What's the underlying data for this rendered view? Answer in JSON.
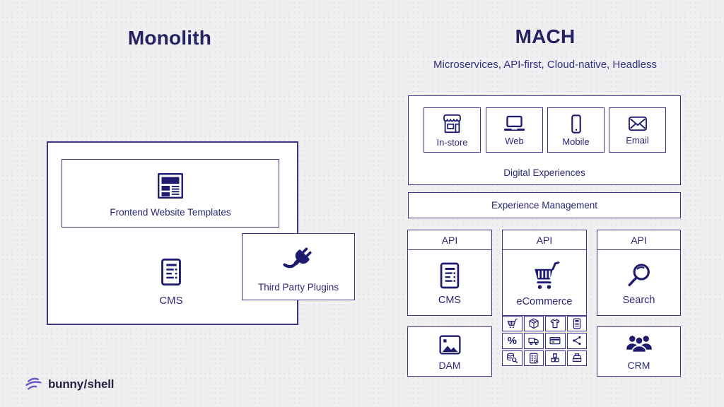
{
  "colors": {
    "background": "#f0f0f2",
    "navy": "#1f1b6e",
    "border": "#3d3789",
    "title_text": "#262262",
    "box_background": "#ffffff",
    "logo_purple": "#6c59c8",
    "logo_text": "#27233f"
  },
  "monolith": {
    "title": "Monolith",
    "frontend_label": "Frontend Website Templates",
    "frontend_icon": "webpage-template-icon",
    "cms_label": "CMS",
    "cms_icon": "cms-document-icon",
    "plugins_label": "Third Party Plugins",
    "plugins_icon": "plug-icon"
  },
  "mach": {
    "title": "MACH",
    "subtitle": "Microservices, API-first, Cloud-native, Headless",
    "digital_experiences_label": "Digital Experiences",
    "channels": [
      {
        "label": "In-store",
        "icon": "store-icon"
      },
      {
        "label": "Web",
        "icon": "laptop-icon"
      },
      {
        "label": "Mobile",
        "icon": "smartphone-icon"
      },
      {
        "label": "Email",
        "icon": "envelope-icon"
      }
    ],
    "experience_management_label": "Experience Management",
    "api_label": "API",
    "services": [
      {
        "label": "CMS",
        "icon": "cms-document-icon"
      },
      {
        "label": "eCommerce",
        "icon": "shopping-cart-icon"
      },
      {
        "label": "Search",
        "icon": "magnifier-icon"
      }
    ],
    "dam_label": "DAM",
    "dam_icon": "image-icon",
    "crm_label": "CRM",
    "crm_icon": "people-group-icon",
    "percent_symbol": "%",
    "module_icons": [
      "mini-cart-icon",
      "package-icon",
      "tshirt-icon",
      "calculator-icon",
      "percent-icon",
      "truck-icon",
      "credit-card-icon",
      "share-icon",
      "database-search-icon",
      "checklist-icon",
      "stacked-boxes-icon",
      "cash-register-icon"
    ]
  },
  "footer": {
    "brand_first": "bunny",
    "brand_slash": "/",
    "brand_second": "shell"
  }
}
